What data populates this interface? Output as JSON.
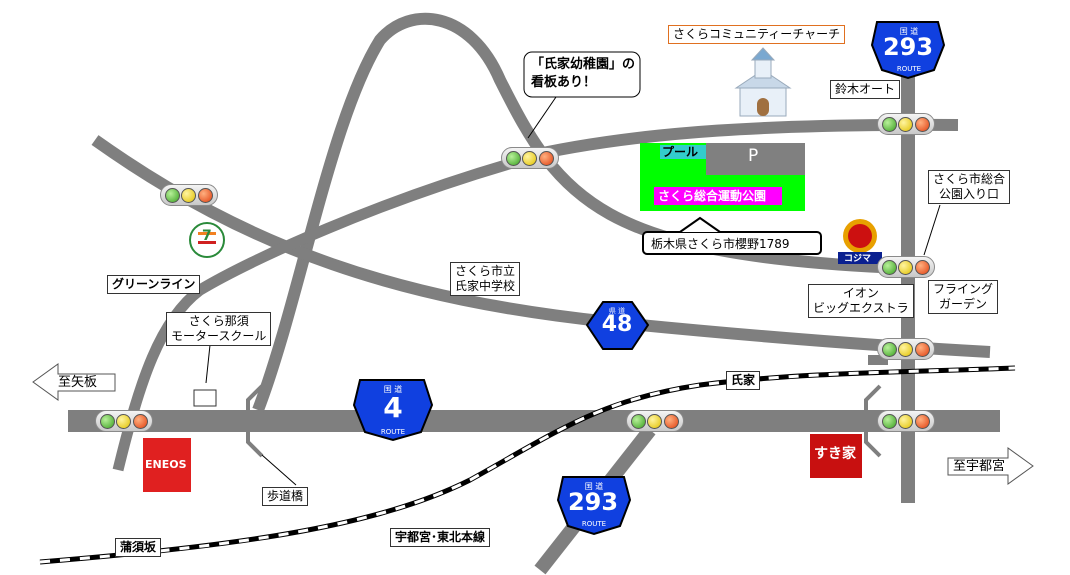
{
  "labels": {
    "church": "さくらコミュニティーチャーチ",
    "kindergarten_line1": "「氏家幼稚園」の",
    "kindergarten_line2": "看板あり！",
    "suzuki": "鈴木オート",
    "pool": "プール",
    "parking": "P",
    "park": "さくら総合運動公園",
    "address": "栃木県さくら市櫻野1789",
    "park_entrance_line1": "さくら市総合",
    "park_entrance_line2": "公園入り口",
    "green_line": "グリーンライン",
    "junior_high_line1": "さくら市立",
    "junior_high_line2": "氏家中学校",
    "motor_school_line1": "さくら那須",
    "motor_school_line2": "モータースクール",
    "aeon_line1": "イオン",
    "aeon_line2": "ビッグエクストラ",
    "flying_line1": "フライング",
    "flying_line2": "ガーデン",
    "to_yaita": "至矢板",
    "to_utsunomiya": "至宇都宮",
    "ujiie": "氏家",
    "footbridge": "歩道橋",
    "kamasuzaka": "蒲須坂",
    "railway": "宇都宮･東北本線",
    "kojima": "コジマ",
    "eneos": "ENEOS",
    "sukiya": "すき家",
    "seven_eleven": "7"
  },
  "shields": {
    "r293_top": {
      "kokudo": "国 道",
      "number": "293",
      "route": "ROUTE"
    },
    "r293_bottom": {
      "kokudo": "国 道",
      "number": "293",
      "route": "ROUTE"
    },
    "r4": {
      "kokudo": "国 道",
      "number": "4",
      "route": "ROUTE"
    },
    "r48": {
      "kokudo": "県 道",
      "number": "48"
    }
  },
  "colors": {
    "road": "#7f7f7f",
    "park_green": "#00ff00",
    "park_label_bg": "#ff00ff",
    "pool_cyan": "#33cccc",
    "shield_blue": "#1040e0"
  }
}
